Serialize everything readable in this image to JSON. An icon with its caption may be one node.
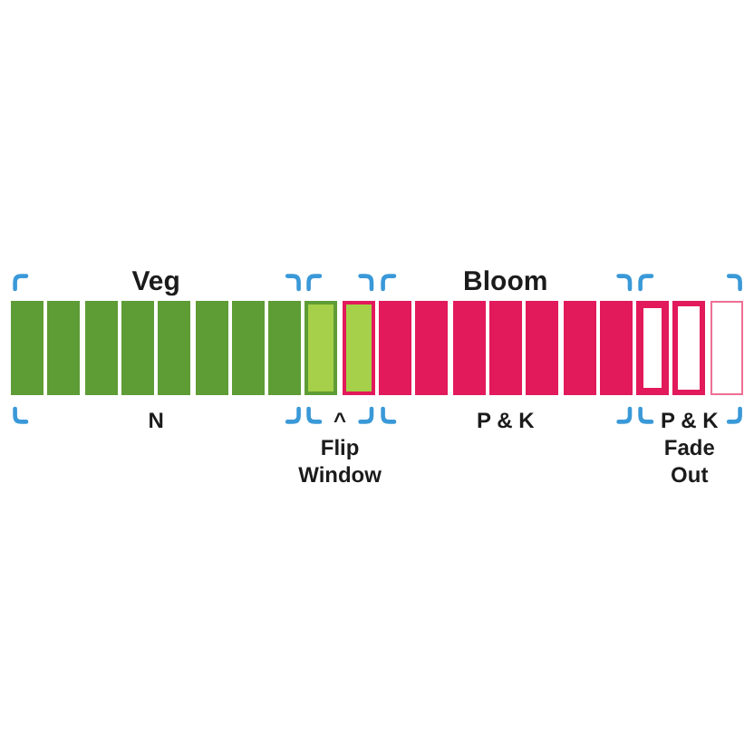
{
  "diagram": {
    "nodes": [
      {
        "text": [
          "Veg",
          "N"
        ]
      },
      {
        "text": [],
        "shape": "bar",
        "in": 0
      },
      {
        "text": [],
        "shape": "bar",
        "in": 0
      },
      {
        "text": [],
        "shape": "bar",
        "in": 0
      },
      {
        "text": [],
        "shape": "bar",
        "in": 0
      },
      {
        "text": [],
        "shape": "bar",
        "in": 0
      },
      {
        "text": [],
        "shape": "bar",
        "in": 0
      },
      {
        "text": [],
        "shape": "bar",
        "in": 0
      },
      {
        "text": [],
        "shape": "bar",
        "in": 0
      },
      {
        "text": [
          "^",
          "Flip Window"
        ]
      },
      {
        "text": [],
        "shape": "bar",
        "in": 9
      },
      {
        "text": [],
        "shape": "bar",
        "in": 9
      },
      {
        "text": [
          "Bloom",
          "P & K"
        ]
      },
      {
        "text": [],
        "shape": "bar",
        "in": 12
      },
      {
        "text": [],
        "shape": "bar",
        "in": 12
      },
      {
        "text": [],
        "shape": "bar",
        "in": 12
      },
      {
        "text": [],
        "shape": "bar",
        "in": 12
      },
      {
        "text": [],
        "shape": "bar",
        "in": 12
      },
      {
        "text": [],
        "shape": "bar",
        "in": 12
      },
      {
        "text": [],
        "shape": "bar",
        "in": 12
      },
      {
        "text": [
          "P & K Fade Out"
        ]
      },
      {
        "text": [],
        "shape": "bar",
        "in": 20
      },
      {
        "text": [],
        "shape": "bar",
        "in": 20
      },
      {
        "text": [],
        "shape": "bar",
        "in": 20
      }
    ]
  }
}
